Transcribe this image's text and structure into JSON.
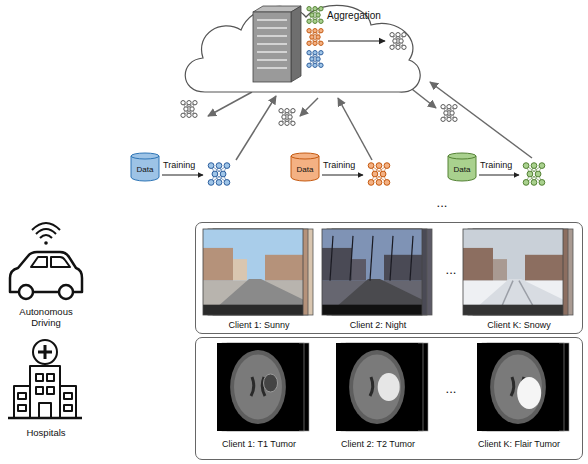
{
  "diagram": {
    "nodes": [
      {
        "text": [
          "Aggregation"
        ]
      },
      {
        "text": [
          "Data"
        ]
      },
      {
        "text": [
          "Data"
        ]
      },
      {
        "text": [
          "Data"
        ]
      },
      {
        "text": [
          "Client 1: Sunny",
          "Client 2: Night",
          "...",
          "Client K: Snowy"
        ]
      },
      {
        "text": [
          "Client 1: T1 Tumor",
          "Client 2: T2 Tumor",
          "...",
          "Client K: Flair Tumor"
        ]
      }
    ],
    "labels": [
      "Training",
      "Training",
      "Training",
      "...",
      "Autonomous Driving",
      "Hospitals"
    ]
  }
}
